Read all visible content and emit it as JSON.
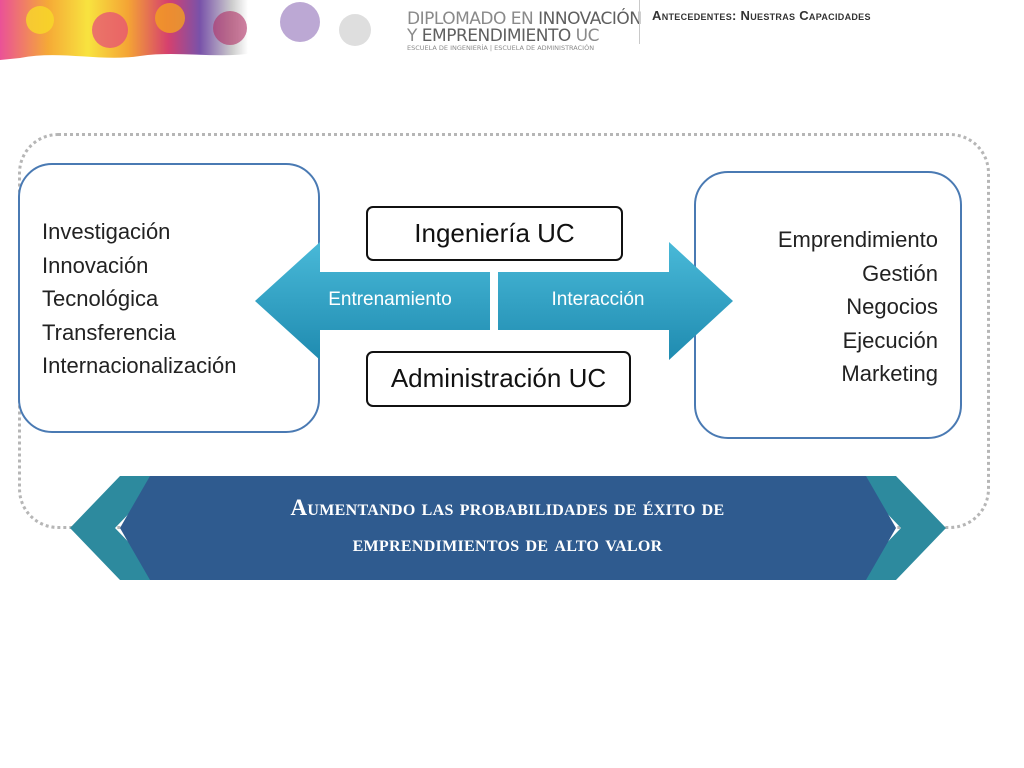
{
  "header": {
    "logo_line1_a": "DIPLOMADO EN ",
    "logo_line1_b": "INNOVACIÓN",
    "logo_line2_a": "Y ",
    "logo_line2_b": "EMPRENDIMIENTO",
    "logo_line2_c": " UC",
    "logo_subtitle": "ESCUELA DE INGENIERÍA | ESCUELA DE ADMINISTRACIÓN",
    "slide_title": "Antecedentes: Nuestras Capacidades"
  },
  "left_box": {
    "items": [
      "Investigación",
      "Innovación",
      "Tecnológica",
      "Transferencia",
      "Internacionalización"
    ]
  },
  "right_box": {
    "items": [
      "Emprendimiento",
      "Gestión",
      "Negocios",
      "Ejecución",
      "Marketing"
    ]
  },
  "center": {
    "top_school": "Ingeniería UC",
    "bottom_school": "Administración UC",
    "left_arrow_label": "Entrenamiento",
    "right_arrow_label": "Interacción"
  },
  "banner": {
    "line1": "Aumentando las probabilidades de éxito de",
    "line2": "emprendimientos de alto valor"
  },
  "colors": {
    "box_border": "#4a7ab3",
    "arrow_fill": "#2fa3c4",
    "banner_fill": "#2f5b8f",
    "chevron_fill": "#2d8a9e"
  }
}
